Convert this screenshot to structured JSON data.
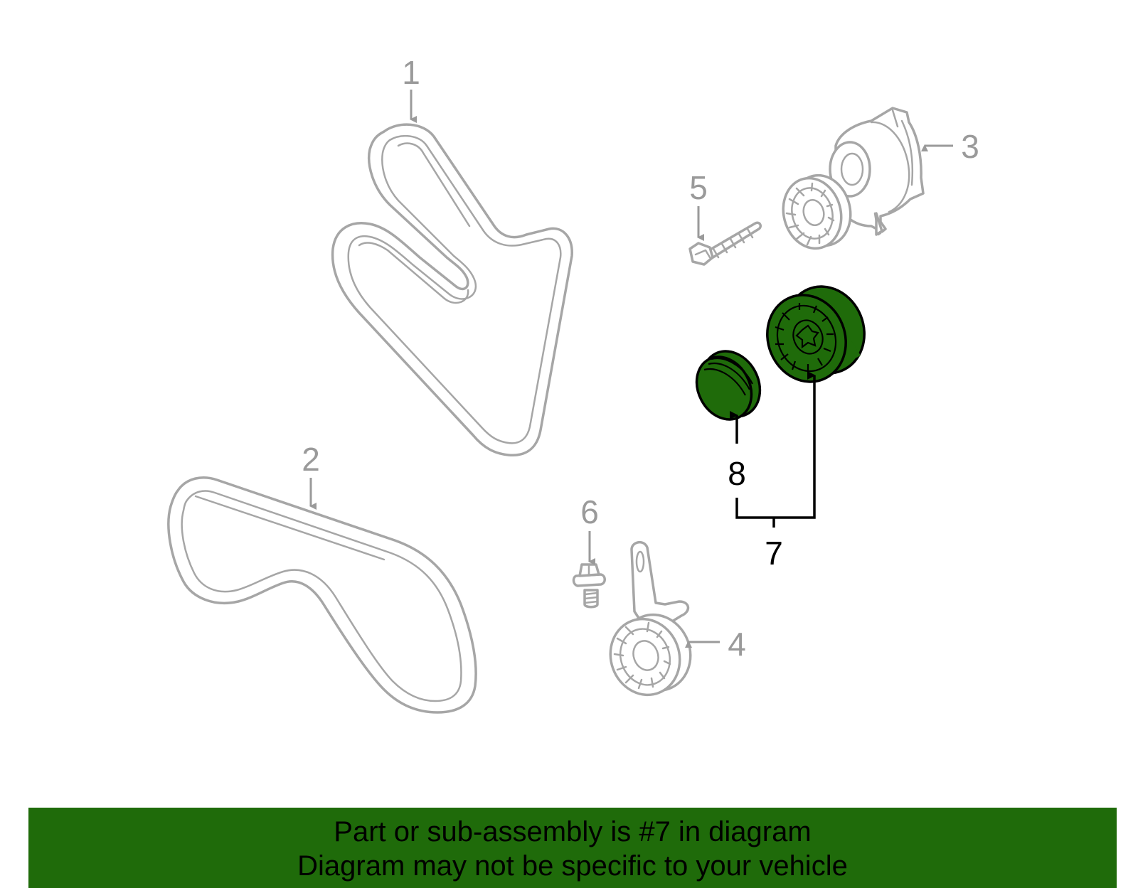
{
  "callouts": {
    "c1": "1",
    "c2": "2",
    "c3": "3",
    "c4": "4",
    "c5": "5",
    "c6": "6",
    "c7": "7",
    "c8": "8"
  },
  "banner": {
    "line1": "Part or sub-assembly is #7 in diagram",
    "line2": "Diagram may not be specific to your vehicle"
  },
  "colors": {
    "highlight": "#1f6b0a",
    "outline": "#a6a6a6",
    "callout_gray": "#9a9a9a",
    "callout_black": "#000000",
    "background": "#ffffff"
  }
}
